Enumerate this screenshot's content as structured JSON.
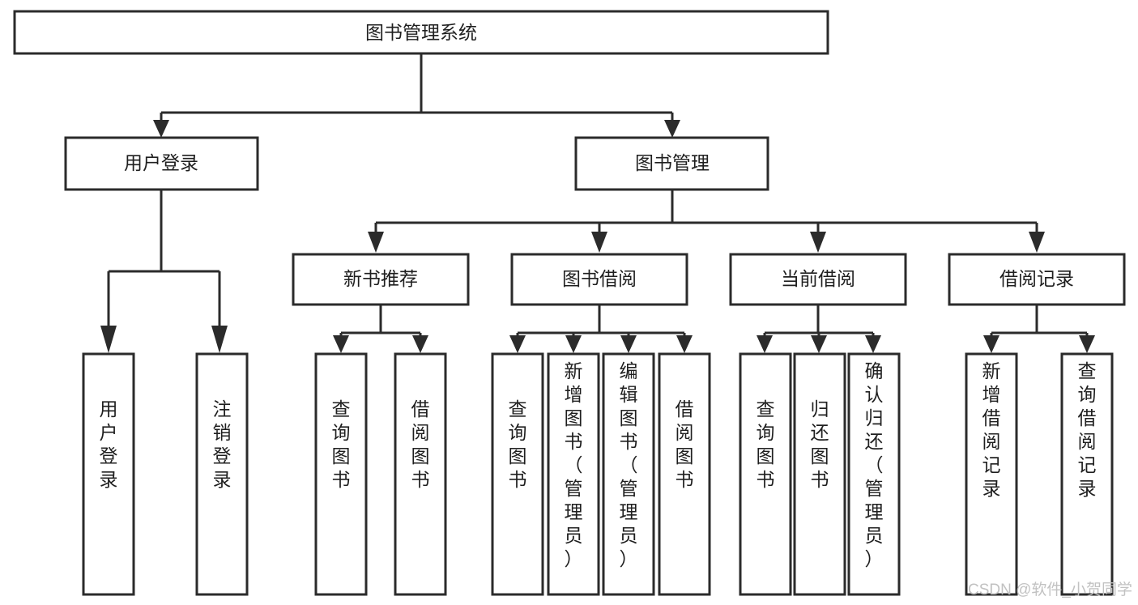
{
  "diagram": {
    "type": "tree-hierarchy",
    "title": "图书管理系统",
    "orientation": "top-down",
    "colors": {
      "box_stroke": "#2b2b2b",
      "box_fill": "#ffffff",
      "connector": "#2b2b2b",
      "label_text": "#1f1f1f",
      "watermark": "#c2c2c2",
      "background": "#ffffff"
    },
    "levels": [
      {
        "level": 1,
        "nodes": [
          {
            "id": "root",
            "label": "图书管理系统",
            "orientation": "horizontal"
          }
        ]
      },
      {
        "level": 2,
        "nodes": [
          {
            "id": "login",
            "label": "用户登录",
            "orientation": "horizontal",
            "parent": "root"
          },
          {
            "id": "bookmgmt",
            "label": "图书管理",
            "orientation": "horizontal",
            "parent": "root"
          }
        ]
      },
      {
        "level": 3,
        "nodes": [
          {
            "id": "newbook",
            "label": "新书推荐",
            "orientation": "horizontal",
            "parent": "bookmgmt"
          },
          {
            "id": "borrow",
            "label": "图书借阅",
            "orientation": "horizontal",
            "parent": "bookmgmt"
          },
          {
            "id": "current",
            "label": "当前借阅",
            "orientation": "horizontal",
            "parent": "bookmgmt"
          },
          {
            "id": "records",
            "label": "借阅记录",
            "orientation": "horizontal",
            "parent": "bookmgmt"
          }
        ]
      },
      {
        "level": 4,
        "nodes": [
          {
            "id": "leaf1",
            "label": "用户登录",
            "orientation": "vertical",
            "parent": "login"
          },
          {
            "id": "leaf2",
            "label": "注销登录",
            "orientation": "vertical",
            "parent": "login"
          },
          {
            "id": "leaf3",
            "label": "查询图书",
            "orientation": "vertical",
            "parent": "newbook"
          },
          {
            "id": "leaf4",
            "label": "借阅图书",
            "orientation": "vertical",
            "parent": "newbook"
          },
          {
            "id": "leaf5",
            "label": "查询图书",
            "orientation": "vertical",
            "parent": "borrow"
          },
          {
            "id": "leaf6",
            "label": "新增图书（管理员）",
            "orientation": "vertical",
            "parent": "borrow"
          },
          {
            "id": "leaf7",
            "label": "编辑图书（管理员）",
            "orientation": "vertical",
            "parent": "borrow"
          },
          {
            "id": "leaf8",
            "label": "借阅图书",
            "orientation": "vertical",
            "parent": "borrow"
          },
          {
            "id": "leaf9",
            "label": "查询图书",
            "orientation": "vertical",
            "parent": "current"
          },
          {
            "id": "leaf10",
            "label": "归还图书",
            "orientation": "vertical",
            "parent": "current"
          },
          {
            "id": "leaf11",
            "label": "确认归还（管理员）",
            "orientation": "vertical",
            "parent": "current"
          },
          {
            "id": "leaf12",
            "label": "新增借阅记录",
            "orientation": "vertical",
            "parent": "records"
          },
          {
            "id": "leaf13",
            "label": "查询借阅记录",
            "orientation": "vertical",
            "parent": "records"
          }
        ]
      }
    ]
  },
  "watermark": {
    "text": "CSDN @软件_小贺同学"
  }
}
